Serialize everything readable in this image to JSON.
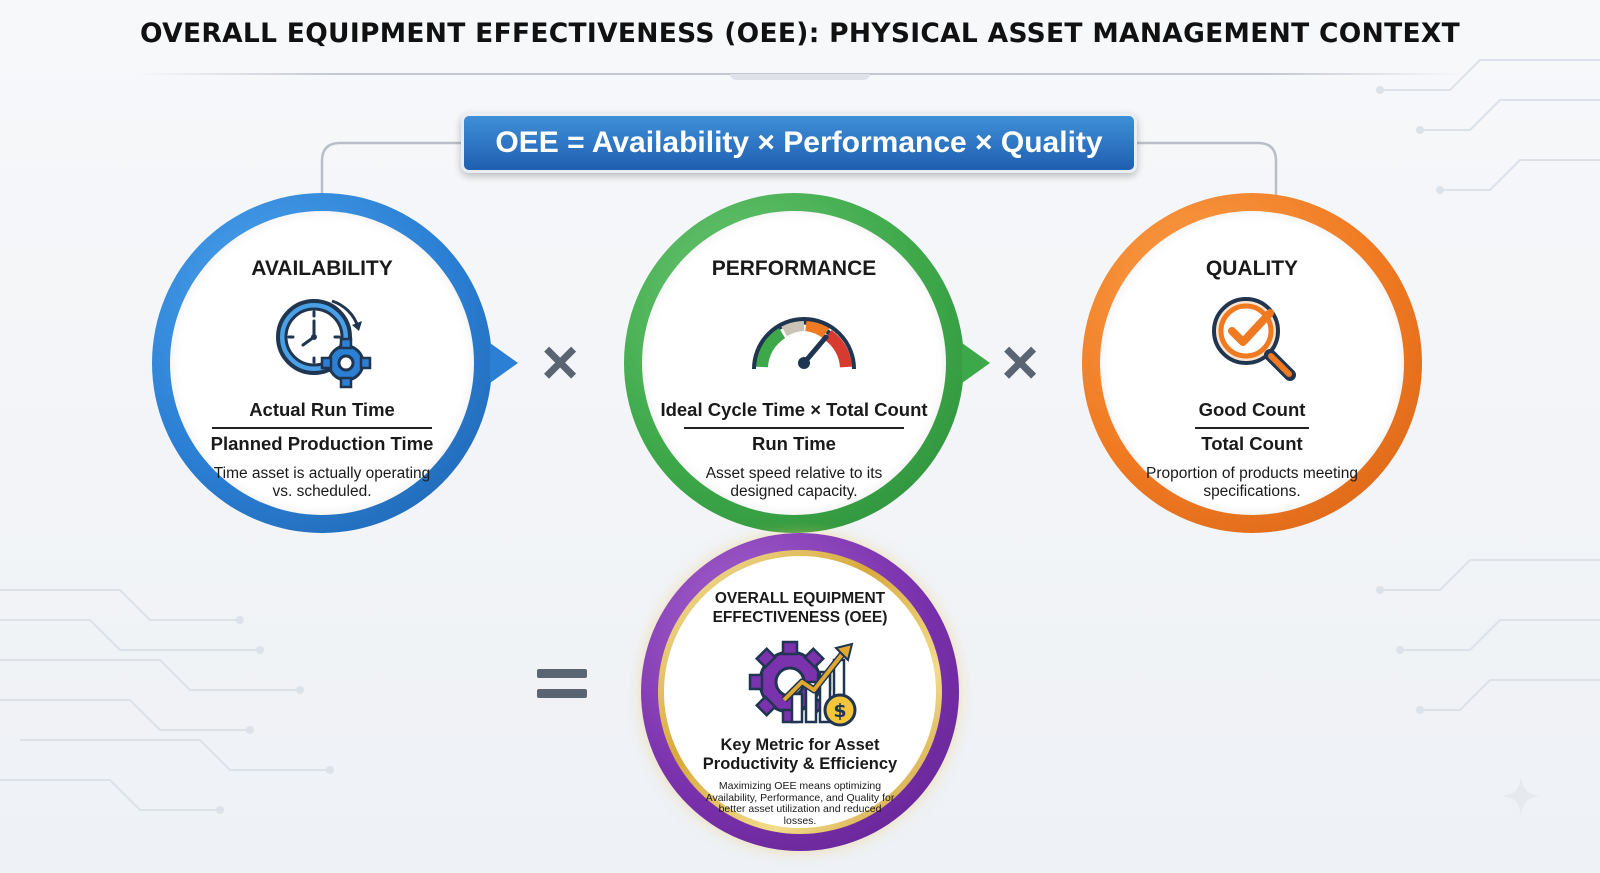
{
  "title": "OVERALL EQUIPMENT EFFECTIVENESS (OEE): PHYSICAL ASSET MANAGEMENT CONTEXT",
  "formula": "OEE = Availability × Performance × Quality",
  "operators": {
    "multiply": "×"
  },
  "metrics": [
    {
      "heading": "AVAILABILITY",
      "icon": "clock-gear-icon",
      "numerator": "Actual Run Time",
      "denominator": "Planned Production Time",
      "description": "Time asset is actually operating vs. scheduled.",
      "color": "#2b7fd4"
    },
    {
      "heading": "PERFORMANCE",
      "icon": "speedometer-icon",
      "numerator": "Ideal Cycle Time × Total Count",
      "denominator": "Run Time",
      "description": "Asset speed relative to its designed capacity.",
      "color": "#3da84a"
    },
    {
      "heading": "QUALITY",
      "icon": "magnifier-check-icon",
      "numerator": "Good Count",
      "denominator": "Total Count",
      "description": "Proportion of products meeting specifications.",
      "color": "#f07a22"
    }
  ],
  "result": {
    "heading": "OVERALL EQUIPMENT EFFECTIVENESS (OEE)",
    "icon": "gear-chart-dollar-icon",
    "key_line_1": "Key Metric for Asset",
    "key_line_2": "Productivity & Efficiency",
    "description": "Maximizing OEE means optimizing Availability, Performance, and Quality for better asset utilization and reduced losses.",
    "color": "#7b32ad"
  }
}
